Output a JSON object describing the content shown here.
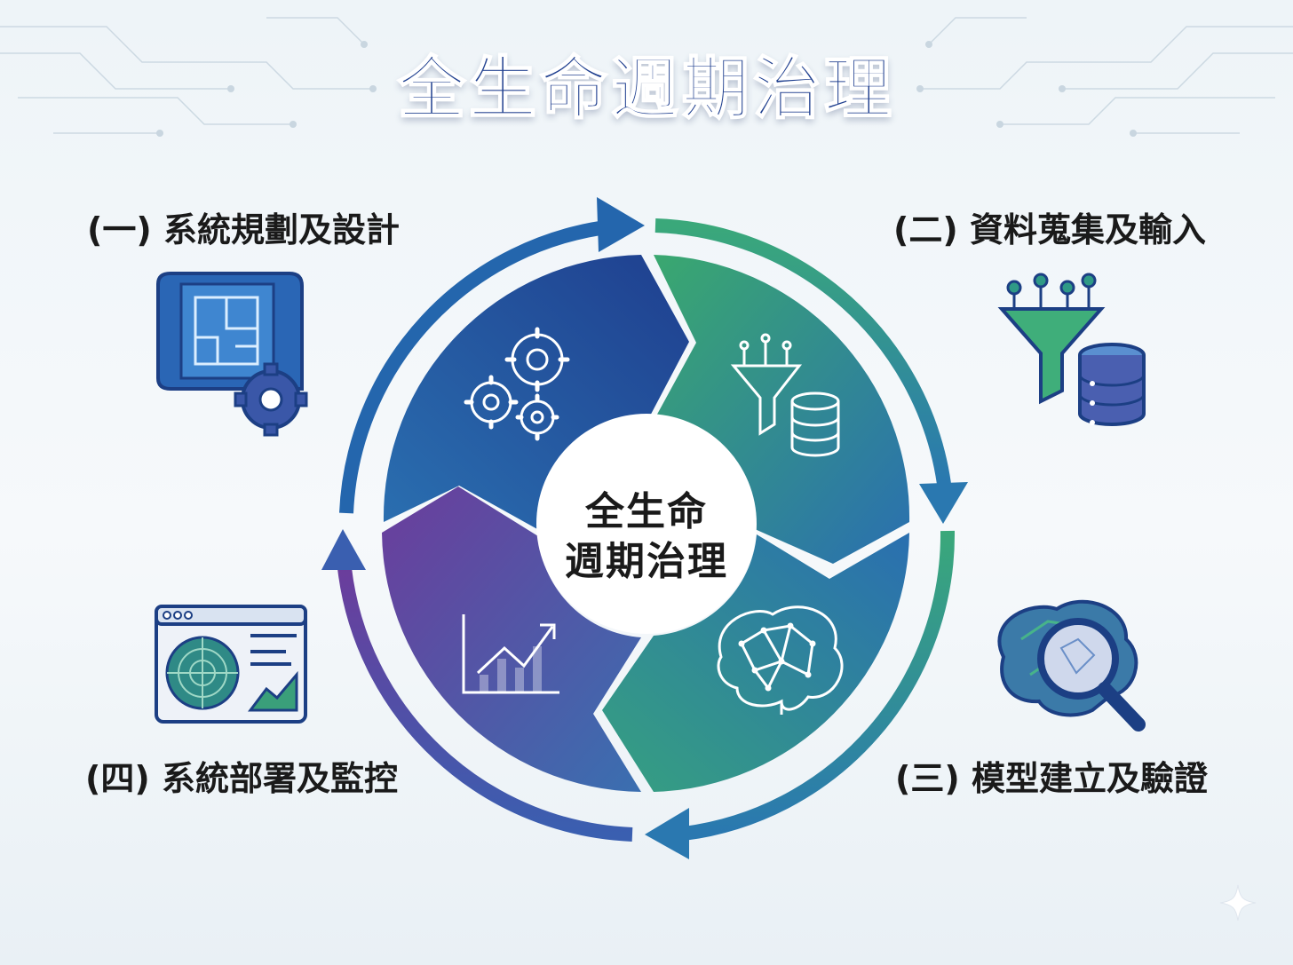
{
  "title": "全生命週期治理",
  "center": {
    "line1": "全生命",
    "line2": "週期治理"
  },
  "stages": [
    {
      "label": "(一) 系統規劃及設計",
      "icon": "blueprint-gear-icon",
      "segment_icon": "gears-icon"
    },
    {
      "label": "(二) 資料蒐集及輸入",
      "icon": "funnel-database-icon",
      "segment_icon": "funnel-database-icon"
    },
    {
      "label": "(三) 模型建立及驗證",
      "icon": "brain-magnifier-icon",
      "segment_icon": "brain-network-icon"
    },
    {
      "label": "(四) 系統部署及監控",
      "icon": "radar-dashboard-icon",
      "segment_icon": "line-chart-icon"
    }
  ],
  "colors": {
    "title": "#1f3f8f",
    "blue": "#1f4e9a",
    "teal": "#2f8fb0",
    "green": "#3aa57a",
    "purple": "#6a3f9a"
  }
}
